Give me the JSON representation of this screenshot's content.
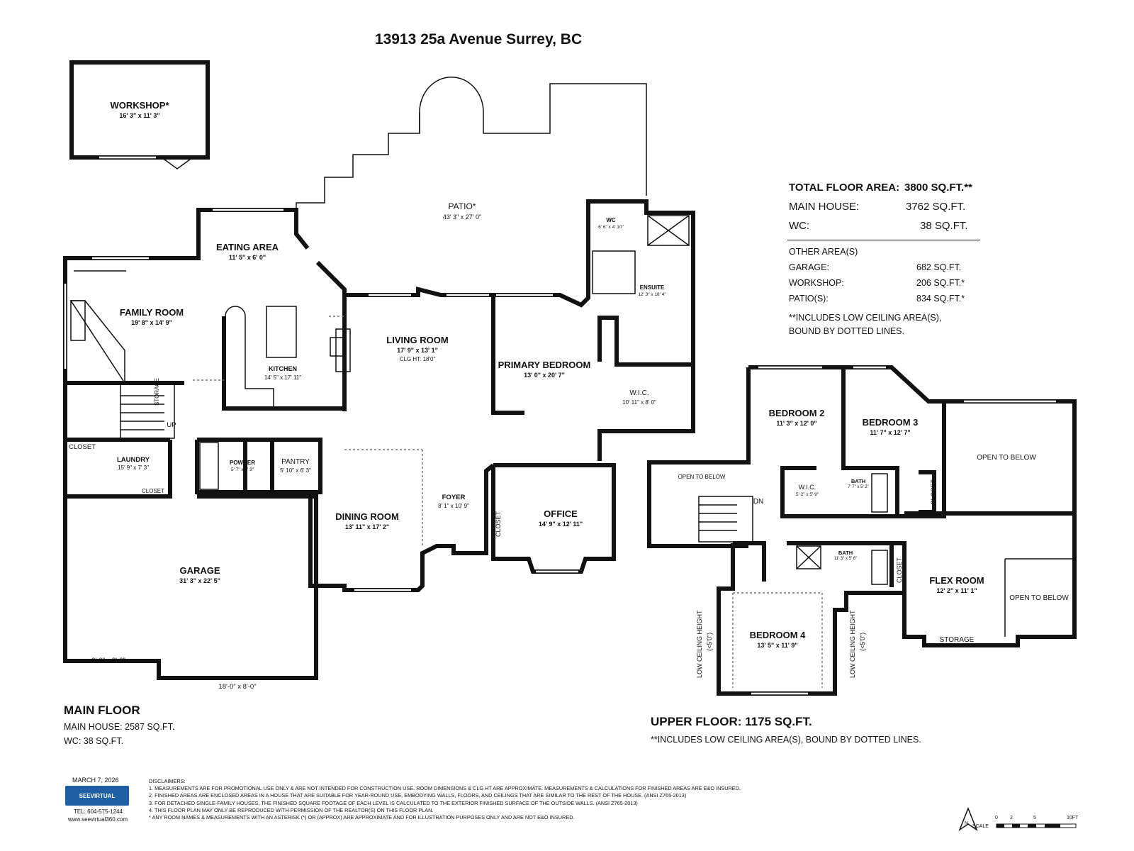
{
  "header": {
    "address": "13913 25a Avenue Surrey, BC"
  },
  "rooms_main": {
    "workshop": {
      "name": "WORKSHOP*",
      "dims": "16' 3\" x 11' 3\""
    },
    "patio": {
      "name": "PATIO*",
      "dims": "43' 3\" x 27' 0\""
    },
    "eating": {
      "name": "EATING AREA",
      "dims": "11' 5\" x 6' 0\""
    },
    "family": {
      "name": "FAMILY ROOM",
      "dims": "19' 8\" x 14' 9\""
    },
    "kitchen": {
      "name": "KITCHEN",
      "dims": "14' 5\" x 17' 11\""
    },
    "living": {
      "name": "LIVING ROOM",
      "dims": "17' 9\" x 13' 1\"",
      "clg": "CLG HT: 18'0\""
    },
    "primary": {
      "name": "PRIMARY BEDROOM",
      "dims": "13' 0\" x 20' 7\""
    },
    "wc": {
      "name": "WC",
      "dims": "6' 6\" x 4' 10\""
    },
    "ensuite": {
      "name": "ENSUITE",
      "dims": "12' 3\" x 18' 4\""
    },
    "wic": {
      "name": "W.I.C.",
      "dims": "10' 11\" x 8' 0\""
    },
    "laundry": {
      "name": "LAUNDRY",
      "dims": "15' 9\" x 7' 3\""
    },
    "powder": {
      "name": "POWDER",
      "dims": "5' 7\" x 6' 3\""
    },
    "pantry": {
      "name": "PANTRY",
      "dims": "5' 10\" x 6' 3\""
    },
    "dining": {
      "name": "DINING ROOM",
      "dims": "13' 11\" x 17' 2\""
    },
    "foyer": {
      "name": "FOYER",
      "dims": "8' 1\" x 10' 9\""
    },
    "office": {
      "name": "OFFICE",
      "dims": "14' 9\" x 12' 11\""
    },
    "garage": {
      "name": "GARAGE",
      "dims": "31' 3\" x 22' 5\""
    },
    "closet": "CLOSET",
    "storage": "STORAGE",
    "up": "UP",
    "door1": "9'-0\" x 8'-0\"",
    "door2": "18'-0\" x 8'-0\""
  },
  "rooms_upper": {
    "bed2": {
      "name": "BEDROOM 2",
      "dims": "11' 3\" x 12' 0\""
    },
    "bed3": {
      "name": "BEDROOM 3",
      "dims": "11' 7\" x 12' 7\""
    },
    "wic": {
      "name": "W.I.C.",
      "dims": "5' 2\" x 5' 9\""
    },
    "bath1": {
      "name": "BATH",
      "dims": "7' 7\" x 5' 2\""
    },
    "bath2": {
      "name": "BATH",
      "dims": "11' 3\" x 5' 6\""
    },
    "flex": {
      "name": "FLEX ROOM",
      "dims": "12' 2\" x 11' 1\""
    },
    "bed4": {
      "name": "BEDROOM 4",
      "dims": "13' 5\" x 11' 9\""
    },
    "open_below": "OPEN TO BELOW",
    "closet": "CLOSET",
    "storage": "STORAGE",
    "dn": "DN",
    "low_ceiling": "LOW CEILING HEIGHT",
    "low_ceiling_val": "(<5'0\")"
  },
  "area_summary": {
    "total_label": "TOTAL FLOOR AREA:",
    "total_value": "3800 SQ.FT.**",
    "main_house_label": "MAIN HOUSE:",
    "main_house_value": "3762 SQ.FT.",
    "wc_label": "WC:",
    "wc_value": "38 SQ.FT.",
    "other_heading": "OTHER AREA(S)",
    "other": [
      {
        "label": "GARAGE:",
        "value": "682 SQ.FT."
      },
      {
        "label": "WORKSHOP:",
        "value": "206 SQ.FT.*"
      },
      {
        "label": "PATIO(S):",
        "value": "834 SQ.FT.*"
      }
    ],
    "note_line1": "**INCLUDES LOW CEILING AREA(S),",
    "note_line2": "BOUND BY DOTTED LINES."
  },
  "main_floor": {
    "heading": "MAIN FLOOR",
    "line1": "MAIN HOUSE: 2587 SQ.FT.",
    "line2": "WC: 38 SQ.FT."
  },
  "upper_floor": {
    "heading": "UPPER FLOOR: 1175 SQ.FT.",
    "note": "**INCLUDES LOW CEILING AREA(S), BOUND BY DOTTED LINES."
  },
  "footer": {
    "date": "MARCH 7, 2026",
    "logo": "SEEVIRTUAL",
    "tel": "TEL: 604-575-1244",
    "web": "www.seevirtual360.com",
    "disclaimers_heading": "DISCLAIMERS:",
    "disclaimers": [
      "1. MEASUREMENTS ARE FOR PROMOTIONAL USE ONLY & ARE NOT INTENDED FOR CONSTRUCTION USE. ROOM DIMENSIONS & CLG HT ARE APPROXIMATE. MEASUREMENTS & CALCULATIONS FOR FINISHED AREAS ARE E&O INSURED.",
      "2. FINISHED AREAS ARE ENCLOSED AREAS IN A HOUSE THAT ARE SUITABLE FOR YEAR-ROUND USE, EMBODYING WALLS, FLOORS, AND CEILINGS THAT ARE SIMILAR TO THE REST OF THE HOUSE. (ANSI Z765-2013)",
      "3. FOR DETACHED SINGLE-FAMILY HOUSES, THE FINISHED SQUARE FOOTAGE OF EACH LEVEL IS CALCULATED TO THE EXTERIOR FINISHED SURFACE OF THE OUTSIDE WALLS. (ANSI Z765-2013)",
      "4. THIS FLOOR PLAN MAY ONLY BE REPRODUCED WITH PERMISSION OF THE REALTOR(S) ON THIS FLOOR PLAN.",
      "* ANY ROOM NAMES & MEASUREMENTS WITH AN ASTERISK (*) OR (APPROX) ARE APPROXIMATE AND FOR ILLUSTRATION PURPOSES ONLY AND ARE NOT E&O INSURED."
    ],
    "north": "N",
    "scale_label": "SCALE",
    "scale_ticks": [
      "0",
      "2",
      "5",
      "10FT"
    ]
  }
}
